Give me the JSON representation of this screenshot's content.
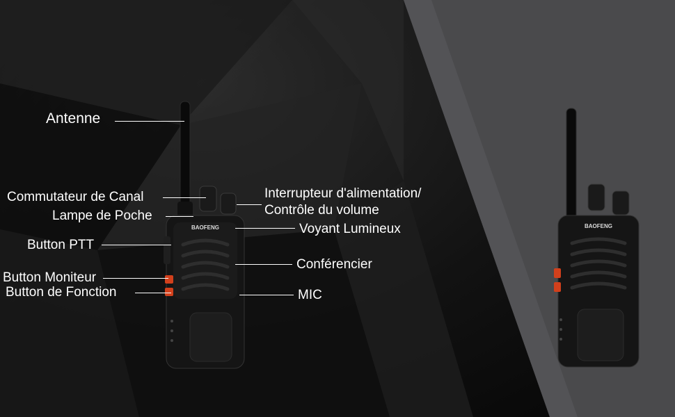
{
  "labels": {
    "antenna": "Antenne",
    "channel_switch": "Commutateur de Canal",
    "flashlight": "Lampe de Poche",
    "ptt": "Button PTT",
    "monitor": "Button Moniteur",
    "function": "Button de Fonction",
    "power_line1": "Interrupteur d'alimentation/",
    "power_line2": "Contrôle du volume",
    "indicator": "Voyant Lumineux",
    "speaker": "Conférencier",
    "mic": "MIC"
  },
  "brand": "BAOFENG",
  "colors": {
    "label_text": "#ffffff",
    "right_panel": "#4a4a4c",
    "radio_body": "#151515",
    "side_buttons": "#d2401c"
  }
}
